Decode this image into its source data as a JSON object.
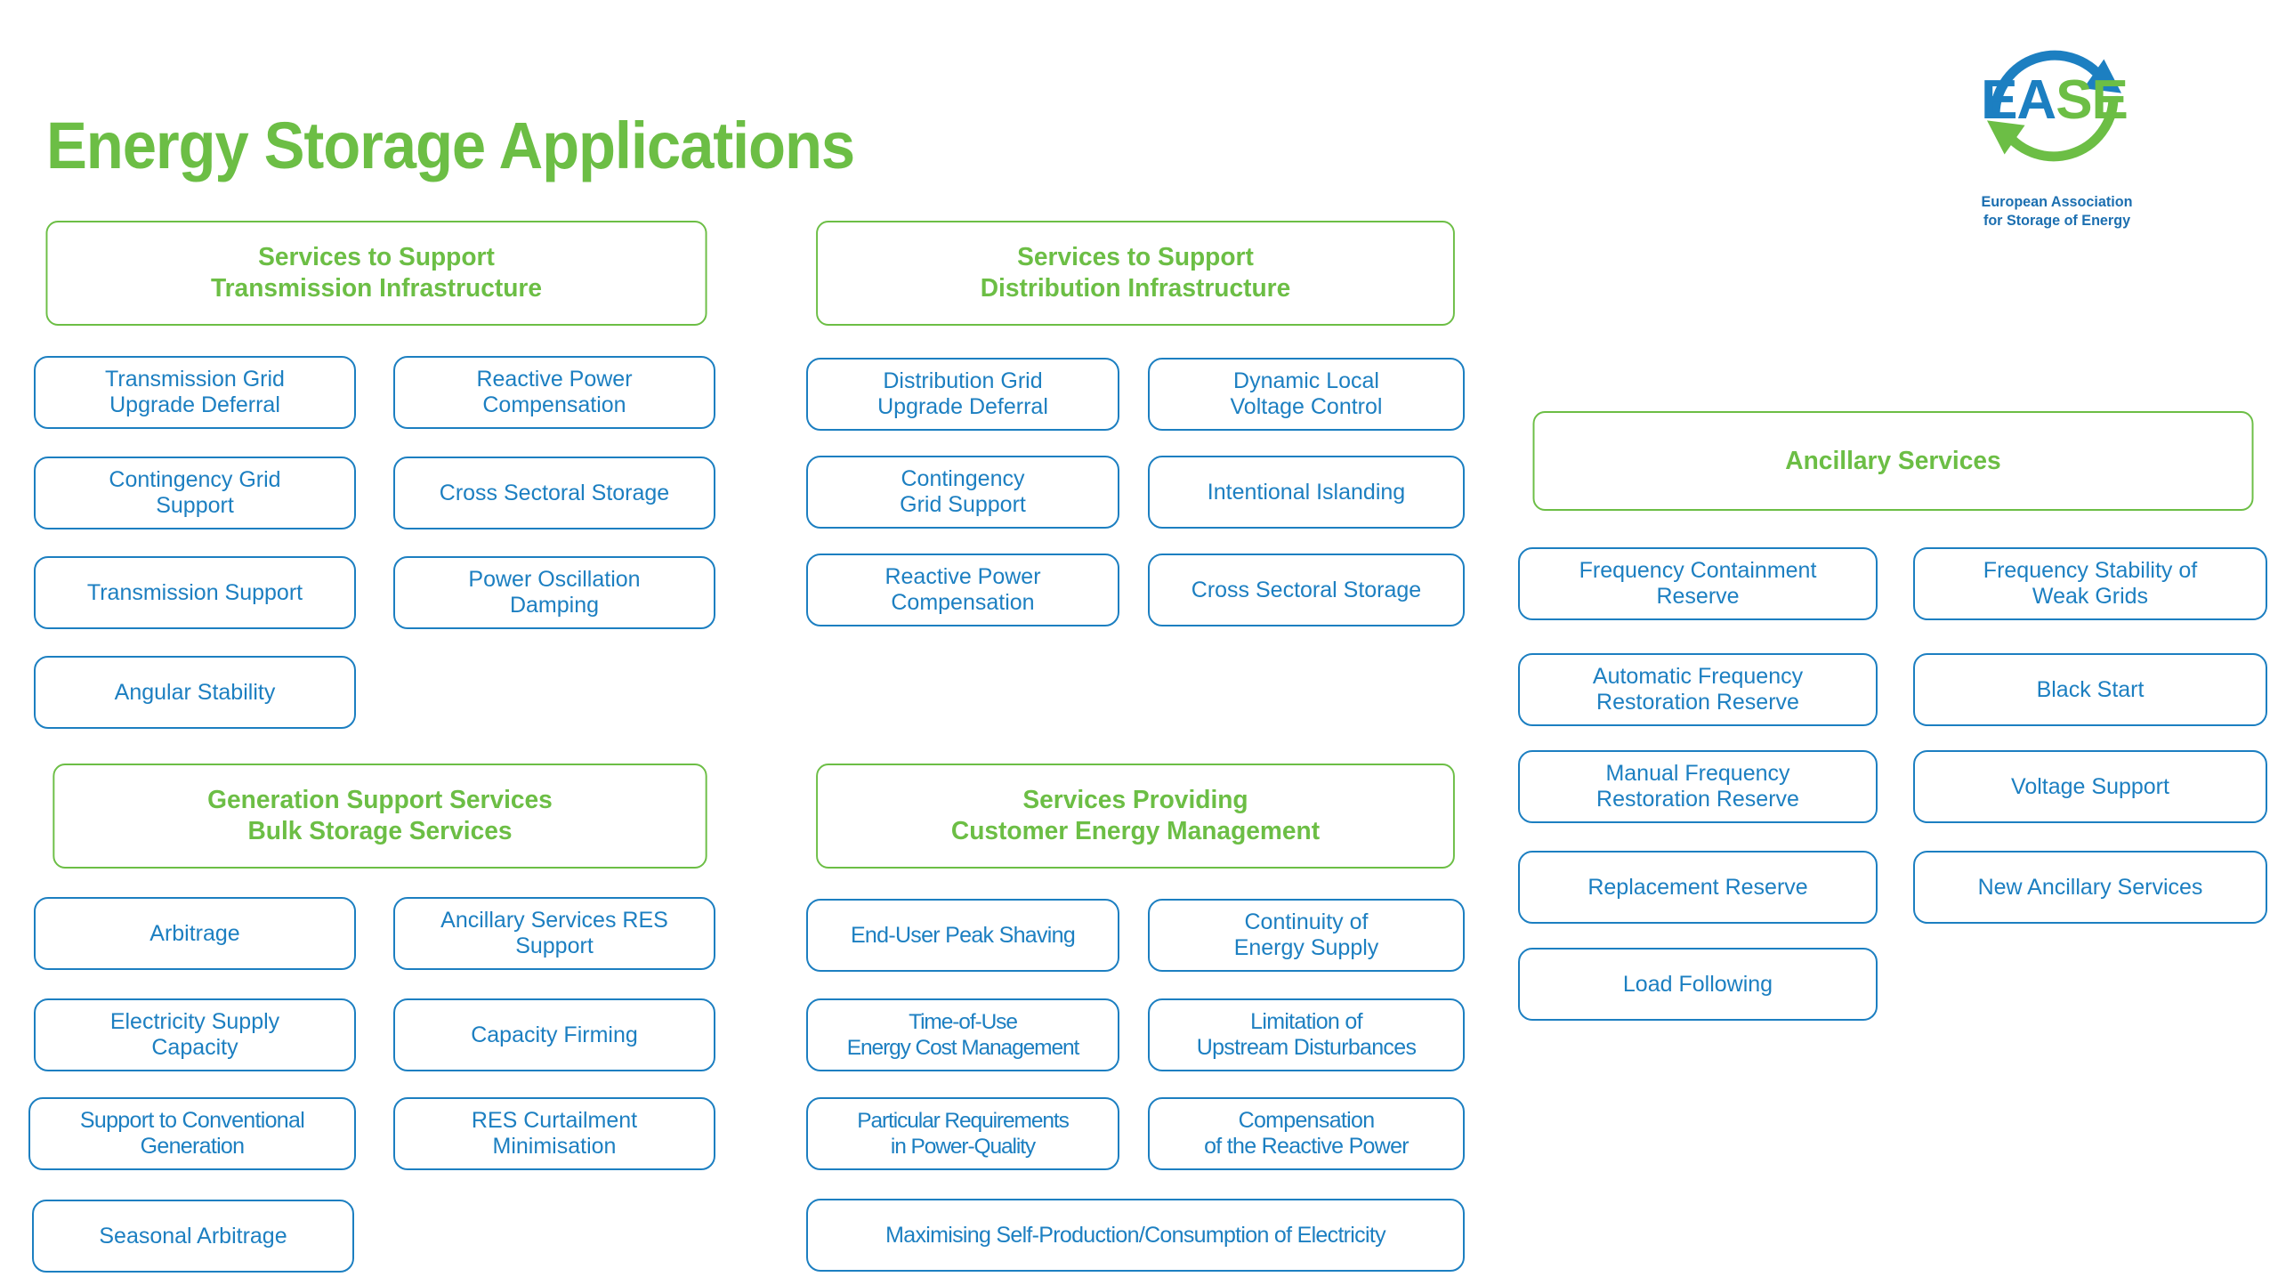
{
  "page": {
    "title": "Energy Storage Applications",
    "accent_green": "#6CBE45",
    "accent_blue": "#1C7FC1"
  },
  "logo": {
    "word_part_1": "EA",
    "word_part_2": "SE",
    "tagline_line_1": "European Association",
    "tagline_line_2": "for Storage of Energy"
  },
  "sections": [
    {
      "id": "transmission",
      "header_line_1": "Services to Support",
      "header_line_2": "Transmission Infrastructure",
      "items": [
        "Transmission Grid\nUpgrade Deferral",
        "Reactive Power\nCompensation",
        "Contingency Grid\nSupport",
        "Cross Sectoral Storage",
        "Transmission Support",
        "Power Oscillation\nDamping",
        "Angular Stability"
      ]
    },
    {
      "id": "distribution",
      "header_line_1": "Services to Support",
      "header_line_2": "Distribution Infrastructure",
      "items": [
        "Distribution Grid\nUpgrade Deferral",
        "Dynamic Local\nVoltage Control",
        "Contingency\nGrid Support",
        "Intentional Islanding",
        "Reactive Power\nCompensation",
        "Cross Sectoral Storage"
      ]
    },
    {
      "id": "ancillary",
      "header_line_1": "Ancillary Services",
      "header_line_2": "",
      "items": [
        "Frequency Containment\nReserve",
        "Frequency Stability of\nWeak Grids",
        "Automatic Frequency\nRestoration Reserve",
        "Black Start",
        "Manual Frequency\nRestoration Reserve",
        "Voltage Support",
        "Replacement Reserve",
        "New Ancillary Services",
        "Load Following"
      ]
    },
    {
      "id": "generation",
      "header_line_1": "Generation Support Services",
      "header_line_2": "Bulk Storage Services",
      "items": [
        "Arbitrage",
        "Ancillary Services RES\nSupport",
        "Electricity Supply\nCapacity",
        "Capacity Firming",
        "Support to Conventional\nGeneration",
        "RES Curtailment\nMinimisation",
        "Seasonal Arbitrage"
      ]
    },
    {
      "id": "customer",
      "header_line_1": "Services Providing",
      "header_line_2": "Customer Energy Management",
      "items": [
        "End-User Peak Shaving",
        "Continuity of\nEnergy Supply",
        "Time-of-Use\nEnergy Cost Management",
        "Limitation of\nUpstream Disturbances",
        "Particular Requirements\nin Power-Quality",
        "Compensation\nof the Reactive Power",
        "Maximising Self-Production/Consumption of Electricity"
      ]
    }
  ]
}
